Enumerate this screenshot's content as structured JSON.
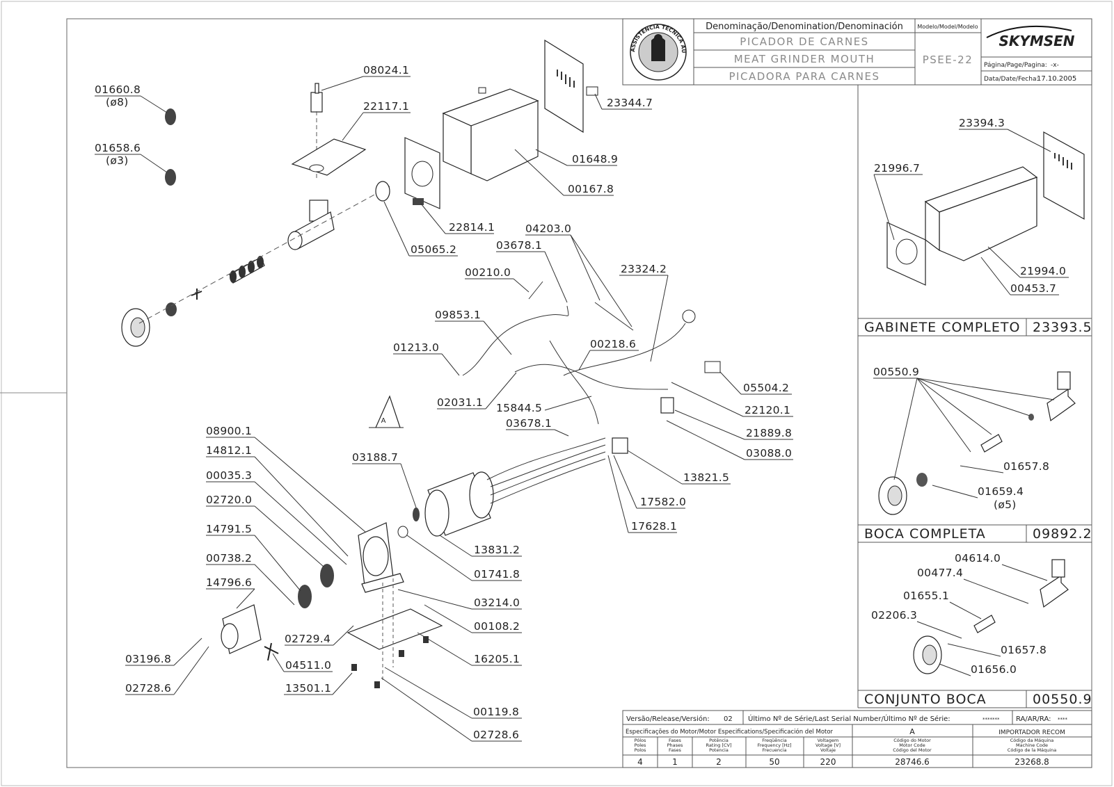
{
  "title_block": {
    "denomination_header": "Denominação/Denomination/Denominación",
    "names": [
      "PICADOR DE CARNES",
      "MEAT GRINDER MOUTH",
      "PICADORA PARA CARNES"
    ],
    "model_header": "Modelo/Model/Modelo",
    "model": "PSEE-22",
    "brand": "SKYMSEN",
    "page_label": "Página/Page/Pagina:",
    "page_value": "-x-",
    "date_label": "Data/Date/Fecha:",
    "date_value": "17.10.2005",
    "seal_text": "ASSISTÊNCIA TÉCNICA AUTORIZADA"
  },
  "parts": [
    {
      "id": "08024.1"
    },
    {
      "id": "22117.1"
    },
    {
      "id": "01660.8",
      "note": "(ø8)"
    },
    {
      "id": "01658.6",
      "note": "(ø3)"
    },
    {
      "id": "23344.7"
    },
    {
      "id": "01648.9"
    },
    {
      "id": "00167.8"
    },
    {
      "id": "22814.1"
    },
    {
      "id": "05065.2"
    },
    {
      "id": "04203.0"
    },
    {
      "id": "03678.1"
    },
    {
      "id": "00210.0"
    },
    {
      "id": "23324.2"
    },
    {
      "id": "09853.1"
    },
    {
      "id": "01213.0"
    },
    {
      "id": "00218.6"
    },
    {
      "id": "05504.2"
    },
    {
      "id": "02031.1"
    },
    {
      "id": "15844.5"
    },
    {
      "id": "22120.1"
    },
    {
      "id": "21889.8"
    },
    {
      "id": "03678.1"
    },
    {
      "id": "03088.0"
    },
    {
      "id": "13821.5"
    },
    {
      "id": "08900.1"
    },
    {
      "id": "14812.1"
    },
    {
      "id": "00035.3"
    },
    {
      "id": "03188.7"
    },
    {
      "id": "02720.0"
    },
    {
      "id": "17582.0"
    },
    {
      "id": "17628.1"
    },
    {
      "id": "14791.5"
    },
    {
      "id": "13831.2"
    },
    {
      "id": "00738.2"
    },
    {
      "id": "01741.8"
    },
    {
      "id": "14796.6"
    },
    {
      "id": "03214.0"
    },
    {
      "id": "00108.2"
    },
    {
      "id": "02729.4"
    },
    {
      "id": "16205.1"
    },
    {
      "id": "03196.8"
    },
    {
      "id": "04511.0"
    },
    {
      "id": "02728.6"
    },
    {
      "id": "13501.1"
    },
    {
      "id": "00119.8"
    },
    {
      "id": "02728.6"
    }
  ],
  "motor_marker": "A",
  "panels": [
    {
      "title": "GABINETE COMPLETO",
      "code": "23393.5",
      "parts": [
        "23394.3",
        "21996.7",
        "21994.0",
        "00453.7"
      ]
    },
    {
      "title": "BOCA COMPLETA",
      "code": "09892.2",
      "parts": [
        "00550.9",
        "01657.8",
        "01659.4"
      ],
      "note": "(ø5)"
    },
    {
      "title": "CONJUNTO BOCA",
      "code": "00550.9",
      "parts": [
        "04614.0",
        "00477.4",
        "01655.1",
        "02206.3",
        "01657.8",
        "01656.0"
      ]
    }
  ],
  "bottom_block": {
    "version_label": "Versão/Release/Versión:",
    "version_value": "02",
    "serial_label": "Último Nº de Série/Last Serial Number/Último Nº de Série:",
    "serial_value": "*******",
    "ra_label": "RA/AR/RA:",
    "ra_value": "****",
    "motor_spec_label": "Especificações do Motor/Motor Especifications/Specificación del Motor",
    "motor_letter": "A",
    "importer": "IMPORTADOR RECOM",
    "columns": [
      {
        "header": [
          "Pólos",
          "Poles",
          "Polos"
        ],
        "value": "4"
      },
      {
        "header": [
          "Fases",
          "Phases",
          "Fases"
        ],
        "value": "1"
      },
      {
        "header": [
          "Potência",
          "Rating [CV]",
          "Potencia"
        ],
        "value": "2"
      },
      {
        "header": [
          "Freqüência",
          "Frequency [Hz]",
          "Frecuencia"
        ],
        "value": "50"
      },
      {
        "header": [
          "Voltagem",
          "Voltage [V]",
          "Voltaje"
        ],
        "value": "220"
      },
      {
        "header": [
          "Código do Motor",
          "Motor Code",
          "Código del Motor"
        ],
        "value": "28746.6"
      },
      {
        "header": [
          "Código da Máquina",
          "Machine Code",
          "Código de la Máquina"
        ],
        "value": "23268.8"
      }
    ]
  }
}
